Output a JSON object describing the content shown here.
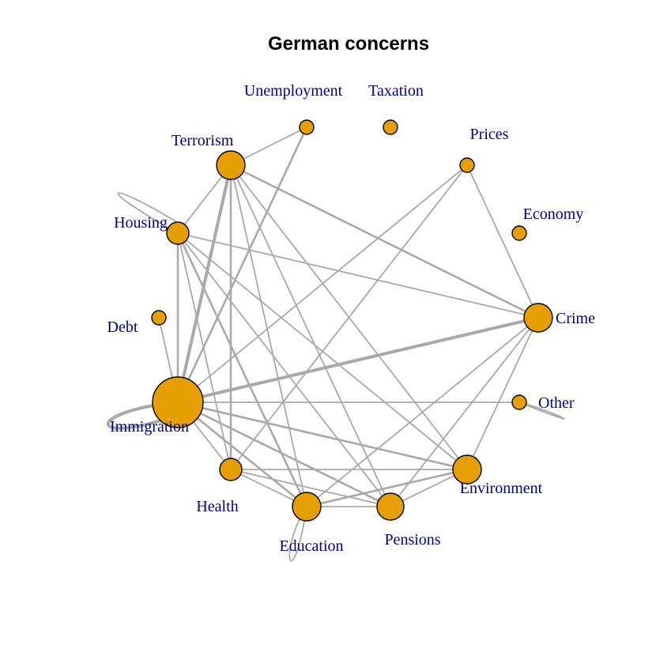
{
  "title": "German concerns",
  "colors": {
    "node_fill": "#E69F00",
    "node_border": "#000000",
    "edge": "#A9A9A9",
    "label": "#00008B",
    "background": "#FFFFFF"
  },
  "network": {
    "layout": "circle",
    "nodes": [
      {
        "id": "Unemployment",
        "label": "Unemployment",
        "size": 1
      },
      {
        "id": "Taxation",
        "label": "Taxation",
        "size": 1
      },
      {
        "id": "Prices",
        "label": "Prices",
        "size": 1
      },
      {
        "id": "Economy",
        "label": "Economy",
        "size": 1
      },
      {
        "id": "Crime",
        "label": "Crime",
        "size": 4
      },
      {
        "id": "Other",
        "label": "Other",
        "size": 1
      },
      {
        "id": "Environment",
        "label": "Environment",
        "size": 4
      },
      {
        "id": "Pensions",
        "label": "Pensions",
        "size": 3
      },
      {
        "id": "Education",
        "label": "Education",
        "size": 4
      },
      {
        "id": "Health",
        "label": "Health",
        "size": 2
      },
      {
        "id": "Immigration",
        "label": "Immigration",
        "size": 10
      },
      {
        "id": "Debt",
        "label": "Debt",
        "size": 1
      },
      {
        "id": "Housing",
        "label": "Housing",
        "size": 2
      },
      {
        "id": "Terrorism",
        "label": "Terrorism",
        "size": 4
      }
    ],
    "edges": [
      {
        "source": "Terrorism",
        "target": "Unemployment",
        "weight": 1
      },
      {
        "source": "Terrorism",
        "target": "Housing",
        "weight": 1
      },
      {
        "source": "Terrorism",
        "target": "Immigration",
        "weight": 3
      },
      {
        "source": "Terrorism",
        "target": "Crime",
        "weight": 2
      },
      {
        "source": "Terrorism",
        "target": "Health",
        "weight": 2
      },
      {
        "source": "Terrorism",
        "target": "Education",
        "weight": 1
      },
      {
        "source": "Terrorism",
        "target": "Pensions",
        "weight": 1
      },
      {
        "source": "Terrorism",
        "target": "Environment",
        "weight": 1
      },
      {
        "source": "Unemployment",
        "target": "Immigration",
        "weight": 2
      },
      {
        "source": "Prices",
        "target": "Immigration",
        "weight": 1
      },
      {
        "source": "Prices",
        "target": "Health",
        "weight": 1
      },
      {
        "source": "Prices",
        "target": "Crime",
        "weight": 1
      },
      {
        "source": "Housing",
        "target": "Crime",
        "weight": 1
      },
      {
        "source": "Housing",
        "target": "Immigration",
        "weight": 2
      },
      {
        "source": "Housing",
        "target": "Health",
        "weight": 1
      },
      {
        "source": "Housing",
        "target": "Education",
        "weight": 2
      },
      {
        "source": "Housing",
        "target": "Pensions",
        "weight": 1
      },
      {
        "source": "Housing",
        "target": "Environment",
        "weight": 1
      },
      {
        "source": "Debt",
        "target": "Immigration",
        "weight": 1
      },
      {
        "source": "Immigration",
        "target": "Crime",
        "weight": 3
      },
      {
        "source": "Immigration",
        "target": "Other",
        "weight": 1
      },
      {
        "source": "Immigration",
        "target": "Environment",
        "weight": 2
      },
      {
        "source": "Immigration",
        "target": "Pensions",
        "weight": 2
      },
      {
        "source": "Immigration",
        "target": "Education",
        "weight": 2
      },
      {
        "source": "Immigration",
        "target": "Health",
        "weight": 1
      },
      {
        "source": "Crime",
        "target": "Environment",
        "weight": 1
      },
      {
        "source": "Crime",
        "target": "Pensions",
        "weight": 1
      },
      {
        "source": "Crime",
        "target": "Education",
        "weight": 1
      },
      {
        "source": "Health",
        "target": "Environment",
        "weight": 1
      },
      {
        "source": "Health",
        "target": "Pensions",
        "weight": 1
      },
      {
        "source": "Health",
        "target": "Education",
        "weight": 1
      },
      {
        "source": "Education",
        "target": "Environment",
        "weight": 2
      },
      {
        "source": "Education",
        "target": "Pensions",
        "weight": 1
      },
      {
        "source": "Pensions",
        "target": "Environment",
        "weight": 1
      }
    ],
    "self_loops": [
      {
        "node": "Housing",
        "weight": 1
      },
      {
        "node": "Immigration",
        "weight": 3
      },
      {
        "node": "Other",
        "weight": 1
      },
      {
        "node": "Education",
        "weight": 1
      }
    ]
  }
}
